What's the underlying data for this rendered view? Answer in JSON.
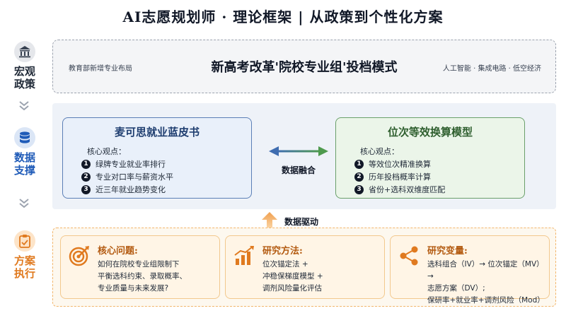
{
  "title": "AI志愿规划师 · 理论框架 | 从政策到个性化方案",
  "stages": [
    {
      "label": "宏观政策",
      "icon": "government-building-icon"
    },
    {
      "label": "数据支撑",
      "icon": "database-icon"
    },
    {
      "label": "方案执行",
      "icon": "clipboard-check-icon"
    }
  ],
  "policy": {
    "left_note": "教育部新增专业布局",
    "main": "新高考改革'院校专业组'投档模式",
    "right_note": "人工智能 · 集成电路 · 低空经济"
  },
  "data_support": {
    "left_card": {
      "title": "麦可思就业蓝皮书",
      "subtitle": "核心观点：",
      "items": [
        "绿牌专业就业率排行",
        "专业对口率与薪资水平",
        "近三年就业趋势变化"
      ]
    },
    "right_card": {
      "title": "位次等效换算模型",
      "subtitle": "核心观点：",
      "items": [
        "等效位次精准换算",
        "历年投档概率计算",
        "省份+选科双维度匹配"
      ]
    },
    "fusion_label": "数据融合",
    "drive_label": "数据驱动"
  },
  "execution": {
    "cards": [
      {
        "title": "核心问题:",
        "icon": "target-icon",
        "lines": [
          "如何在院校专业组限制下",
          "平衡选科约束、录取概率、",
          "专业质量与未来发展?"
        ]
      },
      {
        "title": "研究方法:",
        "icon": "bar-chart-trend-icon",
        "lines": [
          "位次锚定法 +",
          "冲稳保梯度模型 +",
          "调剂风险量化评估"
        ]
      },
      {
        "title": "研究变量:",
        "icon": "network-share-icon",
        "lines": [
          "选科组合（IV）→ 位次锚定（MV）→",
          "志愿方案（DV）;",
          "保研率+就业率+调剂风险（Mod）"
        ]
      }
    ]
  },
  "colors": {
    "policy_dark": "#1f2937",
    "data_blue": "#1f5bb8",
    "exec_orange": "#e07a1f"
  }
}
